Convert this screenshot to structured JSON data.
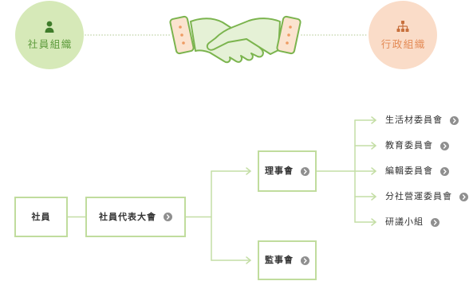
{
  "header": {
    "member_org": {
      "label": "社員組織",
      "icon": "person-icon"
    },
    "admin_org": {
      "label": "行政組織",
      "icon": "org-chart-icon"
    },
    "center_icon": "handshake-icon"
  },
  "org_chart": {
    "link_icon": "chevron-right-circle-icon",
    "root": {
      "label": "社員"
    },
    "assembly": {
      "label": "社員代表大會"
    },
    "boards": [
      {
        "label": "理事會"
      },
      {
        "label": "監事會"
      }
    ],
    "committees": [
      {
        "label": "生活材委員會"
      },
      {
        "label": "教育委員會"
      },
      {
        "label": "編輯委員會"
      },
      {
        "label": "分社營運委員會"
      },
      {
        "label": "研議小組"
      }
    ]
  },
  "colors": {
    "member_circle": "#d6e9b8",
    "member_text": "#5c9a3b",
    "member_icon": "#3f7c2b",
    "admin_circle": "#fadcc8",
    "admin_text": "#e48b56",
    "admin_icon": "#c8703d",
    "connector": "#c4dea5",
    "dotted_connector": "#cbdab6",
    "node_border": "#c0dc9d",
    "hand_fill": "#e5f1d6",
    "hand_stroke": "#7bb44e",
    "cuff_fill": "#fbe3cf",
    "cuff_accent": "#ee9b62",
    "link_badge": "#8f8f8f",
    "text": "#333333"
  }
}
